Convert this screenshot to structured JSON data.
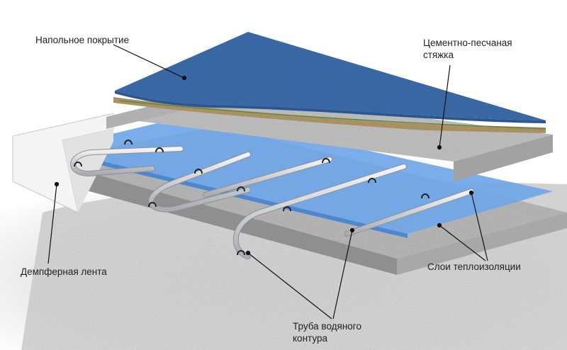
{
  "labels": {
    "floor_covering": "Напольное покрытие",
    "screed_line1": "Цементно-песчаная",
    "screed_line2": "стяжка",
    "damper_tape": "Демпферная лента",
    "insulation_layers": "Слои теплоизоляции",
    "pipe_line1": "Труба водяного",
    "pipe_line2": "контура"
  },
  "colors": {
    "floor_blue": "#3d6fb0",
    "insulation_blue": "#6fa6e8",
    "concrete": "#c9c9c9",
    "sand": "#b59a6a",
    "pipe": "#d5d7da",
    "leader": "#111111"
  },
  "icons": {
    "pipe_clip": "pipe-clip-icon"
  }
}
